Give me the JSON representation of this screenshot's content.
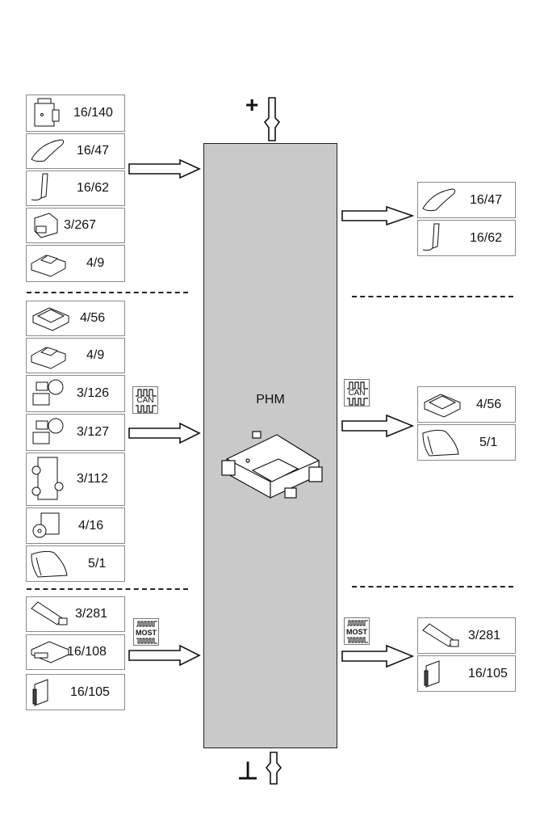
{
  "hub": {
    "label": "PHM",
    "icon": "phm-module-icon"
  },
  "power": {
    "supply_symbol": "+",
    "ground_symbol": "⊥"
  },
  "left": {
    "group_direct": [
      "16/140",
      "16/47",
      "16/62",
      "3/267",
      "4/9"
    ],
    "group_can": [
      "4/56",
      "4/9",
      "3/126",
      "3/127",
      "3/112",
      "4/16",
      "5/1"
    ],
    "group_most": [
      "3/281",
      "16/108",
      "16/105"
    ]
  },
  "right": {
    "group_direct": [
      "16/47",
      "16/62"
    ],
    "group_can": [
      "4/56",
      "5/1"
    ],
    "group_most": [
      "3/281",
      "16/105"
    ]
  },
  "bus": {
    "can_label": "CAN",
    "most_label": "MOST"
  },
  "colors": {
    "hub_fill": "#c9c9c9",
    "border": "#222222",
    "box_border": "#8a8a8a"
  }
}
